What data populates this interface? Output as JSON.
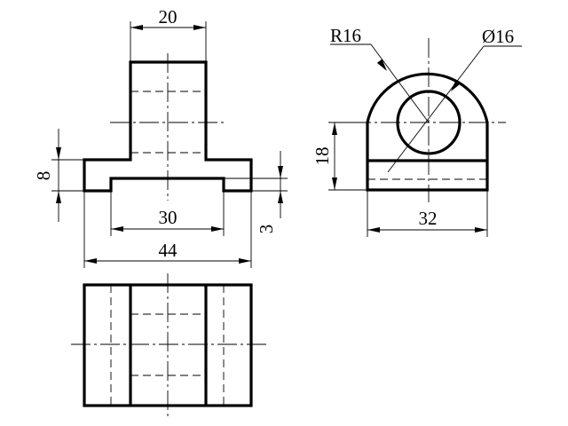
{
  "front_view": {
    "dim_top_width": "20",
    "dim_base_height": "8",
    "dim_slot_width": "30",
    "dim_slot_depth": "3",
    "dim_overall_width": "44"
  },
  "side_view": {
    "dim_radius": "R16",
    "dim_hole_diameter": "Ø16",
    "dim_center_height": "18",
    "dim_width": "32"
  }
}
